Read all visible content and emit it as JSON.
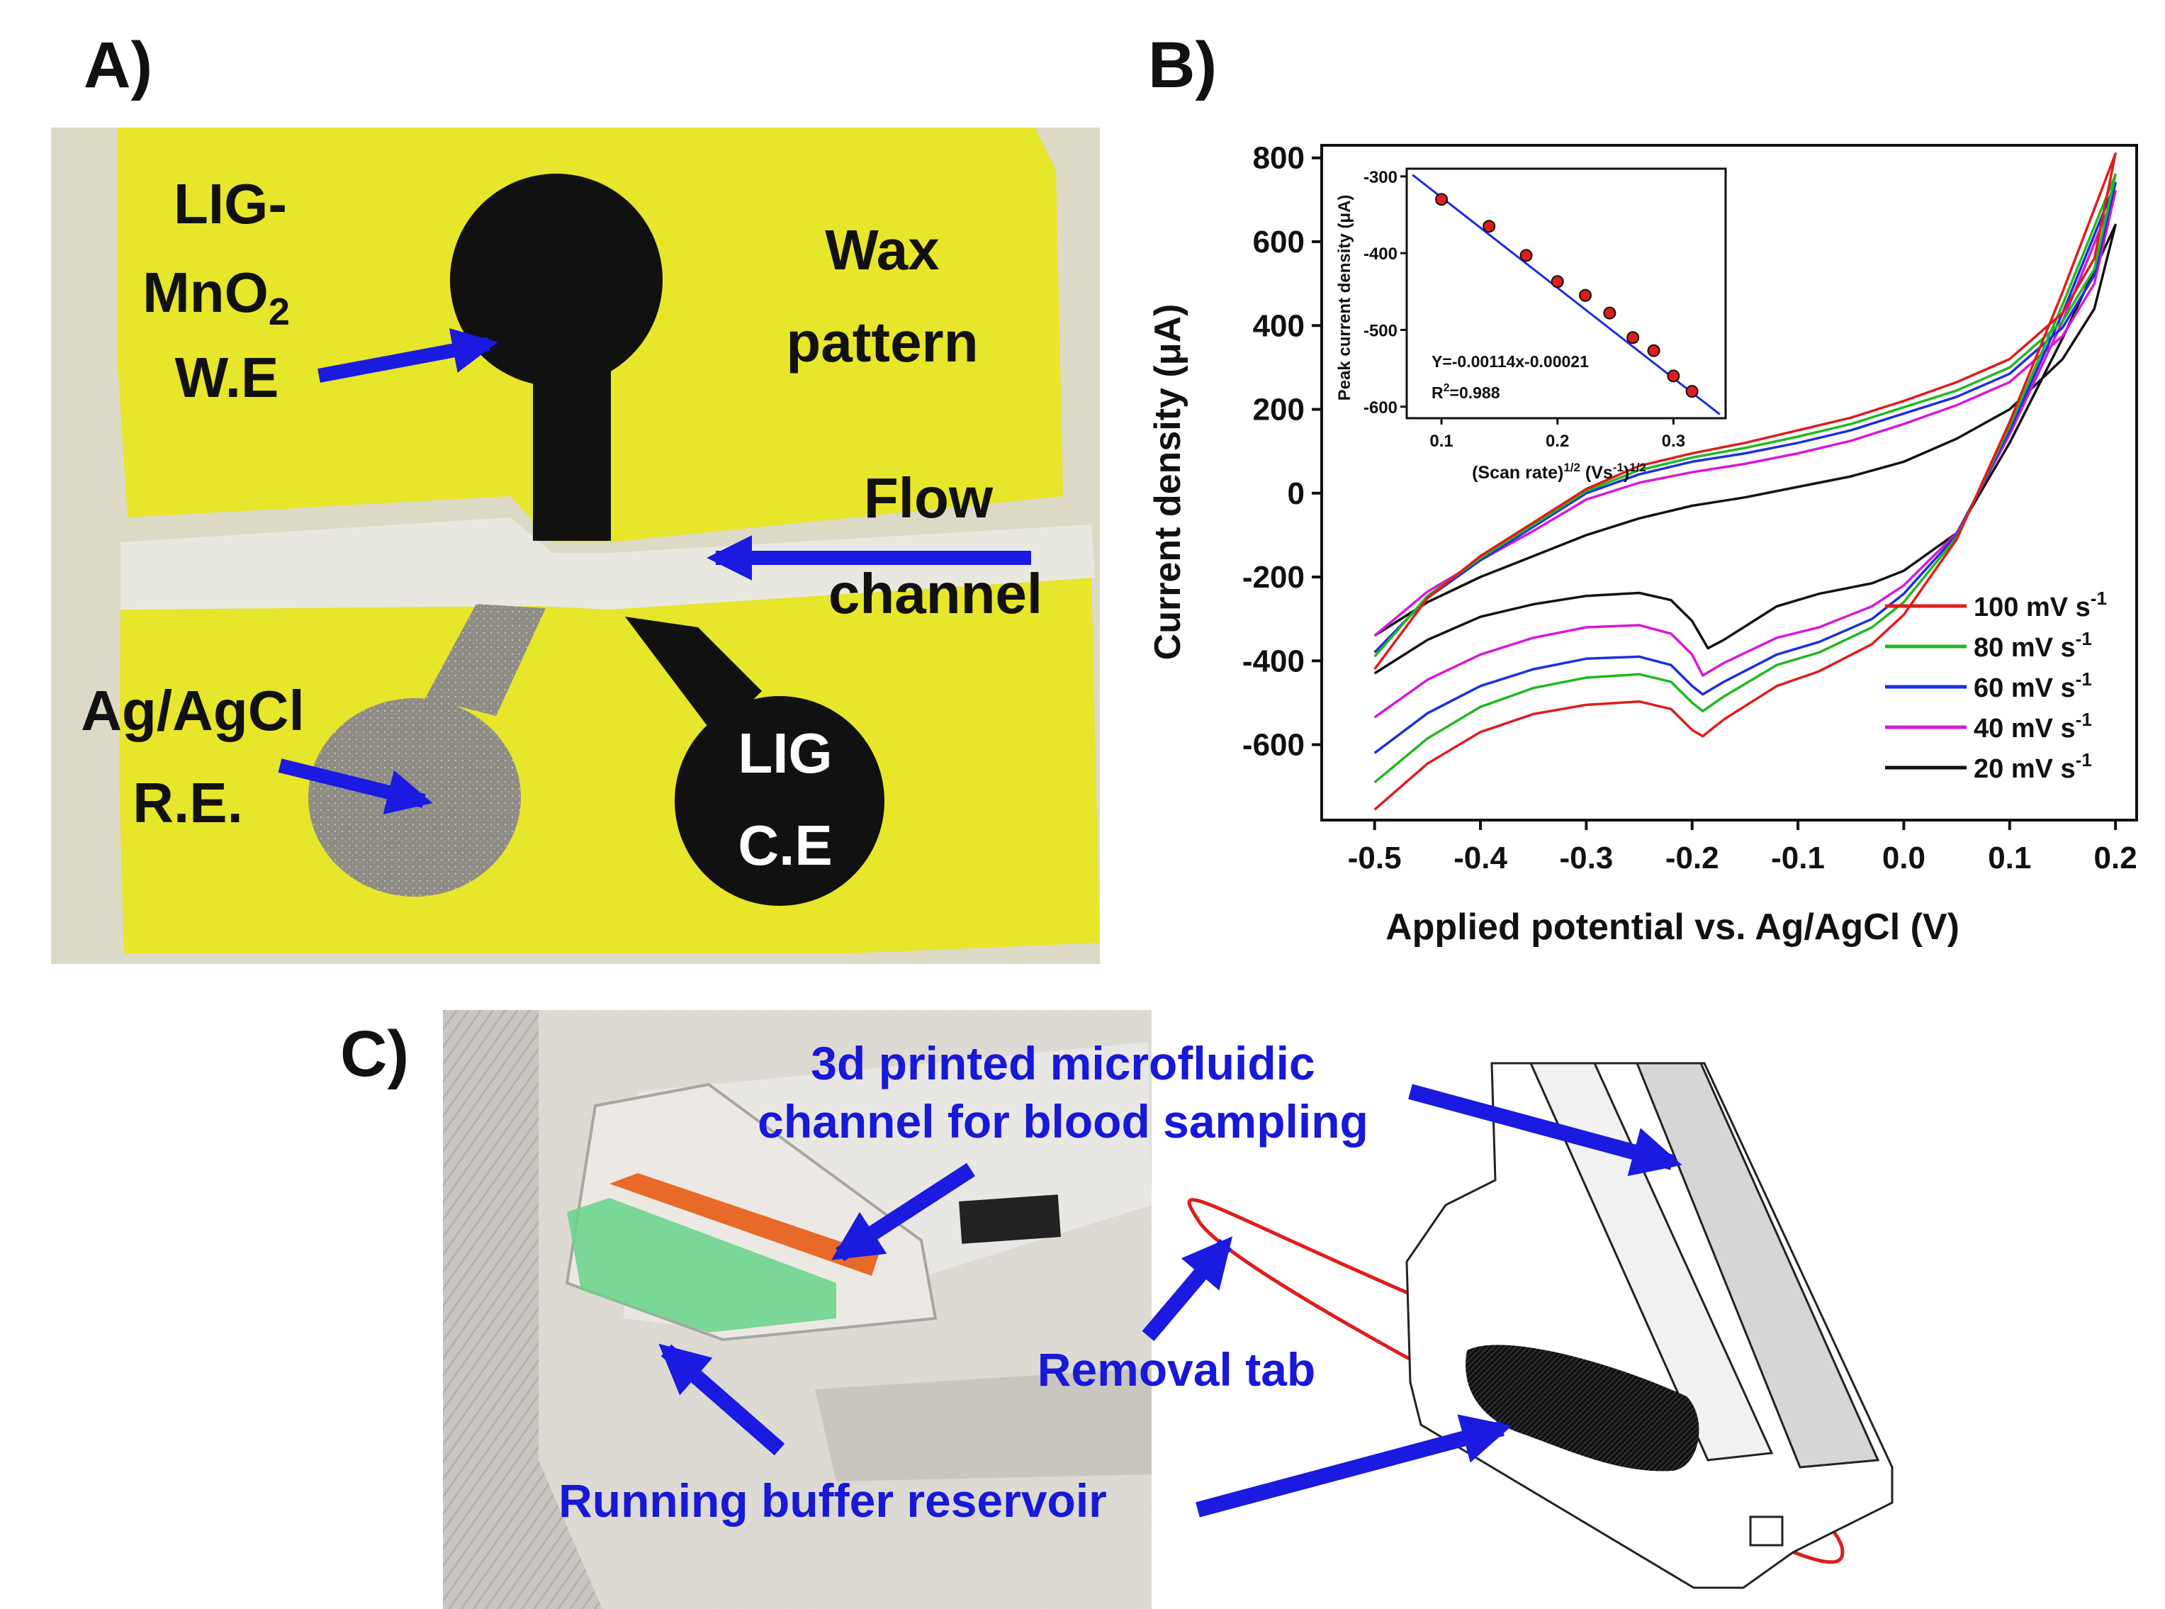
{
  "panels": {
    "a": "A)",
    "b": "B)",
    "c": "C)"
  },
  "panel_a": {
    "we_label_1": "LIG-",
    "we_label_2": "MnO",
    "we_label_2_sub": "2",
    "we_label_3": "W.E",
    "wax_1": "Wax",
    "wax_2": "pattern",
    "flow_1": "Flow",
    "flow_2": "channel",
    "re_1": "Ag/AgCl",
    "re_2": "R.E.",
    "ce_1": "LIG",
    "ce_2": "C.E"
  },
  "panel_c": {
    "channel_1": "3d printed microfluidic",
    "channel_2": "channel for blood sampling",
    "removal_tab": "Removal tab",
    "reservoir": "Running buffer reservoir"
  },
  "colors": {
    "yellow": "#e6e62a",
    "arrow_blue": "#1a1ae0",
    "label_blue": "#1818d8",
    "red": "#e01c1c",
    "green": "#21b821",
    "blue": "#1c2ee0",
    "magenta": "#d818d8",
    "black": "#111111"
  },
  "chart_data": [
    {
      "type": "line",
      "xlabel": "Applied potential vs. Ag/AgCl (V)",
      "ylabel": "Current density (μA)",
      "xlim": [
        -0.55,
        0.22
      ],
      "ylim": [
        -780,
        830
      ],
      "x_ticks": [
        "-0.5",
        "-0.4",
        "-0.3",
        "-0.2",
        "-0.1",
        "0.0",
        "0.1",
        "0.2"
      ],
      "y_ticks": [
        "800",
        "600",
        "400",
        "200",
        "0",
        "-200",
        "-400",
        "-600"
      ],
      "legend_position": "bottom-right",
      "series": [
        {
          "name": "100 mV s",
          "sup": "-1",
          "color": "#e01c1c",
          "forward": [
            [
              -0.5,
              -755
            ],
            [
              -0.45,
              -645
            ],
            [
              -0.4,
              -570
            ],
            [
              -0.35,
              -527
            ],
            [
              -0.3,
              -505
            ],
            [
              -0.25,
              -497
            ],
            [
              -0.22,
              -515
            ],
            [
              -0.2,
              -565
            ],
            [
              -0.19,
              -580
            ],
            [
              -0.17,
              -540
            ],
            [
              -0.12,
              -460
            ],
            [
              -0.08,
              -425
            ],
            [
              -0.03,
              -360
            ],
            [
              0.0,
              -290
            ],
            [
              0.05,
              -110
            ],
            [
              0.1,
              170
            ],
            [
              0.15,
              480
            ],
            [
              0.2,
              810
            ]
          ],
          "reverse": [
            [
              0.2,
              810
            ],
            [
              0.18,
              560
            ],
            [
              0.15,
              430
            ],
            [
              0.1,
              320
            ],
            [
              0.05,
              265
            ],
            [
              0.0,
              220
            ],
            [
              -0.05,
              180
            ],
            [
              -0.1,
              150
            ],
            [
              -0.15,
              120
            ],
            [
              -0.2,
              95
            ],
            [
              -0.25,
              65
            ],
            [
              -0.3,
              10
            ],
            [
              -0.35,
              -70
            ],
            [
              -0.4,
              -150
            ],
            [
              -0.45,
              -250
            ],
            [
              -0.5,
              -420
            ]
          ]
        },
        {
          "name": "80 mV s",
          "sup": "-1",
          "color": "#21b821",
          "forward": [
            [
              -0.5,
              -690
            ],
            [
              -0.45,
              -585
            ],
            [
              -0.4,
              -510
            ],
            [
              -0.35,
              -465
            ],
            [
              -0.3,
              -440
            ],
            [
              -0.25,
              -432
            ],
            [
              -0.22,
              -450
            ],
            [
              -0.2,
              -500
            ],
            [
              -0.19,
              -520
            ],
            [
              -0.17,
              -485
            ],
            [
              -0.12,
              -410
            ],
            [
              -0.08,
              -380
            ],
            [
              -0.03,
              -320
            ],
            [
              0.0,
              -260
            ],
            [
              0.05,
              -105
            ],
            [
              0.1,
              160
            ],
            [
              0.15,
              450
            ],
            [
              0.2,
              760
            ]
          ],
          "reverse": [
            [
              0.2,
              760
            ],
            [
              0.18,
              535
            ],
            [
              0.15,
              410
            ],
            [
              0.1,
              300
            ],
            [
              0.05,
              245
            ],
            [
              0.0,
              205
            ],
            [
              -0.05,
              165
            ],
            [
              -0.1,
              135
            ],
            [
              -0.15,
              108
            ],
            [
              -0.2,
              85
            ],
            [
              -0.25,
              55
            ],
            [
              -0.3,
              5
            ],
            [
              -0.35,
              -75
            ],
            [
              -0.4,
              -155
            ],
            [
              -0.45,
              -245
            ],
            [
              -0.5,
              -390
            ]
          ]
        },
        {
          "name": "60 mV s",
          "sup": "-1",
          "color": "#1c2ee0",
          "forward": [
            [
              -0.5,
              -620
            ],
            [
              -0.45,
              -525
            ],
            [
              -0.4,
              -460
            ],
            [
              -0.35,
              -420
            ],
            [
              -0.3,
              -395
            ],
            [
              -0.25,
              -390
            ],
            [
              -0.22,
              -410
            ],
            [
              -0.2,
              -460
            ],
            [
              -0.19,
              -480
            ],
            [
              -0.17,
              -450
            ],
            [
              -0.12,
              -385
            ],
            [
              -0.08,
              -355
            ],
            [
              -0.03,
              -300
            ],
            [
              0.0,
              -240
            ],
            [
              0.05,
              -100
            ],
            [
              0.1,
              150
            ],
            [
              0.15,
              430
            ],
            [
              0.2,
              740
            ]
          ],
          "reverse": [
            [
              0.2,
              740
            ],
            [
              0.18,
              520
            ],
            [
              0.15,
              395
            ],
            [
              0.1,
              285
            ],
            [
              0.05,
              230
            ],
            [
              0.0,
              190
            ],
            [
              -0.05,
              150
            ],
            [
              -0.1,
              120
            ],
            [
              -0.15,
              95
            ],
            [
              -0.2,
              75
            ],
            [
              -0.25,
              45
            ],
            [
              -0.3,
              0
            ],
            [
              -0.35,
              -80
            ],
            [
              -0.4,
              -160
            ],
            [
              -0.45,
              -250
            ],
            [
              -0.5,
              -380
            ]
          ]
        },
        {
          "name": "40 mV s",
          "sup": "-1",
          "color": "#d818d8",
          "forward": [
            [
              -0.5,
              -535
            ],
            [
              -0.45,
              -445
            ],
            [
              -0.4,
              -385
            ],
            [
              -0.35,
              -345
            ],
            [
              -0.3,
              -320
            ],
            [
              -0.25,
              -315
            ],
            [
              -0.22,
              -335
            ],
            [
              -0.2,
              -385
            ],
            [
              -0.19,
              -435
            ],
            [
              -0.17,
              -405
            ],
            [
              -0.12,
              -345
            ],
            [
              -0.08,
              -320
            ],
            [
              -0.03,
              -270
            ],
            [
              0.0,
              -220
            ],
            [
              0.05,
              -95
            ],
            [
              0.1,
              140
            ],
            [
              0.15,
              410
            ],
            [
              0.2,
              720
            ]
          ],
          "reverse": [
            [
              0.2,
              720
            ],
            [
              0.18,
              500
            ],
            [
              0.15,
              375
            ],
            [
              0.1,
              265
            ],
            [
              0.05,
              210
            ],
            [
              0.0,
              165
            ],
            [
              -0.05,
              125
            ],
            [
              -0.1,
              95
            ],
            [
              -0.15,
              70
            ],
            [
              -0.2,
              50
            ],
            [
              -0.25,
              25
            ],
            [
              -0.3,
              -15
            ],
            [
              -0.35,
              -90
            ],
            [
              -0.4,
              -160
            ],
            [
              -0.45,
              -235
            ],
            [
              -0.5,
              -340
            ]
          ]
        },
        {
          "name": "20 mV s",
          "sup": "-1",
          "color": "#111111",
          "forward": [
            [
              -0.5,
              -430
            ],
            [
              -0.45,
              -350
            ],
            [
              -0.4,
              -295
            ],
            [
              -0.35,
              -265
            ],
            [
              -0.3,
              -245
            ],
            [
              -0.25,
              -238
            ],
            [
              -0.22,
              -255
            ],
            [
              -0.2,
              -305
            ],
            [
              -0.185,
              -370
            ],
            [
              -0.17,
              -350
            ],
            [
              -0.12,
              -270
            ],
            [
              -0.08,
              -240
            ],
            [
              -0.03,
              -215
            ],
            [
              0.0,
              -185
            ],
            [
              0.05,
              -95
            ],
            [
              0.1,
              120
            ],
            [
              0.15,
              370
            ],
            [
              0.2,
              640
            ]
          ],
          "reverse": [
            [
              0.2,
              640
            ],
            [
              0.18,
              440
            ],
            [
              0.15,
              320
            ],
            [
              0.1,
              200
            ],
            [
              0.05,
              130
            ],
            [
              0.0,
              75
            ],
            [
              -0.05,
              40
            ],
            [
              -0.1,
              15
            ],
            [
              -0.15,
              -10
            ],
            [
              -0.2,
              -30
            ],
            [
              -0.25,
              -60
            ],
            [
              -0.3,
              -100
            ],
            [
              -0.35,
              -150
            ],
            [
              -0.4,
              -200
            ],
            [
              -0.45,
              -260
            ],
            [
              -0.5,
              -340
            ]
          ]
        }
      ]
    },
    {
      "type": "scatter",
      "xlabel": "(Scan rate)",
      "xlabel_sup": "1/2",
      "xlabel_unit": " (Vs",
      "xlabel_unit_sup": "-1",
      "xlabel_unit_end": ")",
      "xlabel_unit_sup2": "1/2",
      "ylabel": "Peak current density (μA)",
      "xlim": [
        0.07,
        0.345
      ],
      "ylim": [
        -615,
        -290
      ],
      "x_ticks": [
        "0.1",
        "0.2",
        "0.3"
      ],
      "y_ticks": [
        "-300",
        "-400",
        "-500",
        "-600"
      ],
      "equation": "Y=-0.00114x-0.00021",
      "r2_label": "R",
      "r2_sup": "2",
      "r2_value": "=0.988",
      "x": [
        0.1,
        0.141,
        0.173,
        0.2,
        0.224,
        0.245,
        0.265,
        0.283,
        0.3,
        0.316
      ],
      "y": [
        -330,
        -365,
        -403,
        -437,
        -455,
        -478,
        -510,
        -527,
        -560,
        -580
      ],
      "fit": {
        "x0": 0.075,
        "y0": -298,
        "x1": 0.34,
        "y1": -610
      }
    }
  ]
}
